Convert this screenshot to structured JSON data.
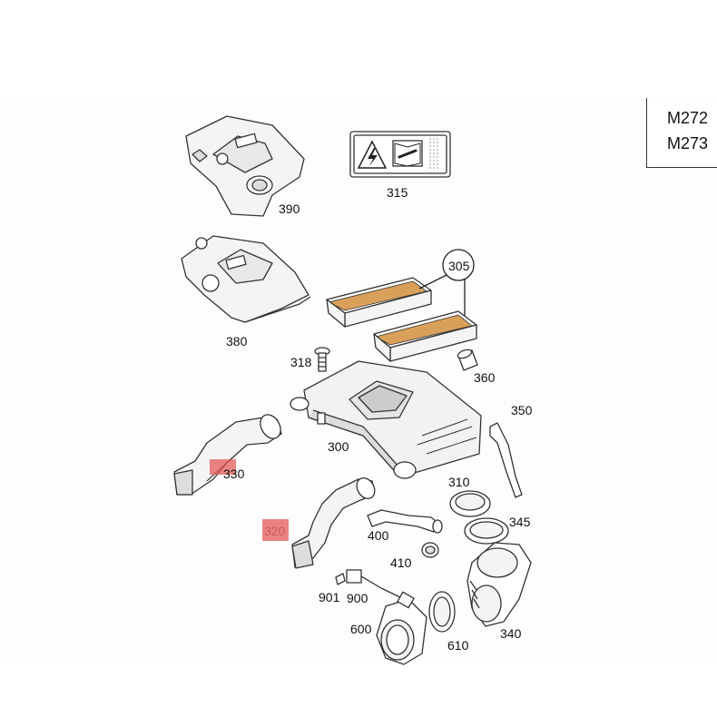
{
  "models": [
    "M272",
    "M273"
  ],
  "callouts": {
    "c390": "390",
    "c315": "315",
    "c305": "305",
    "c380": "380",
    "c318": "318",
    "c360": "360",
    "c350": "350",
    "c300": "300",
    "c330": "330",
    "c310": "310",
    "c320": "320",
    "c345": "345",
    "c400": "400",
    "c410": "410",
    "c901": "901",
    "c900": "900",
    "c600": "600",
    "c610": "610",
    "c340": "340"
  },
  "highlight_color": "#e65a5a",
  "icons": [
    "lightning-warning-icon",
    "wrench-book-icon"
  ]
}
